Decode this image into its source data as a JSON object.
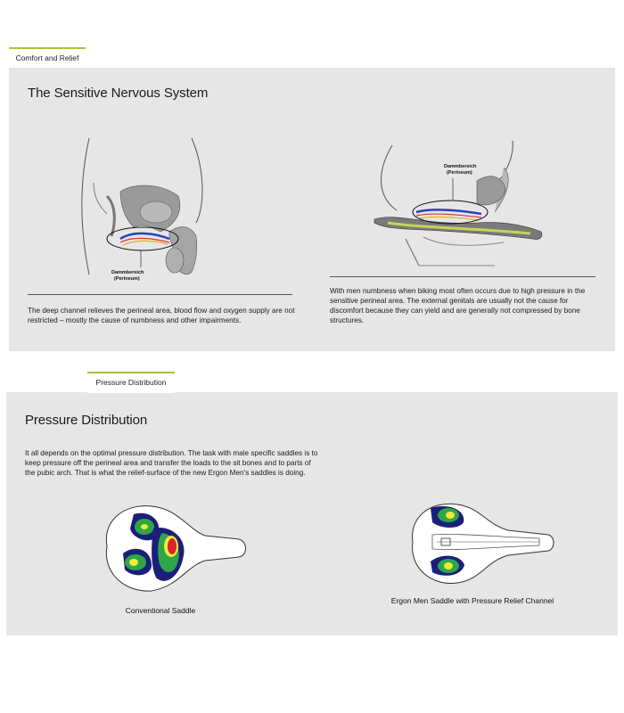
{
  "section1": {
    "tab_label": "Comfort and Relief",
    "title": "The Sensitive Nervous System",
    "left_diagram": {
      "label_line1": "Dammbereich",
      "label_line2": "(Perineum)",
      "text": "The deep channel relieves the perineal area, blood flow and oxygen supply are not restricted – mostly the cause of numbness and other impairments."
    },
    "right_diagram": {
      "label_line1": "Dammbereich",
      "label_line2": "(Perineum)",
      "text": "With men numbness when biking most often occurs due to high pressure in the sensitive perineal area. The external genitals are usually not the cause for discomfort because they can yield and are generally not compressed by bone structures."
    }
  },
  "section2": {
    "tab_label": "Pressure Distribution",
    "title": "Pressure Distribution",
    "intro": "It all depends on the optimal pressure distribution. The task with male specific saddles is to keep pressure off the perineal area and transfer the loads to the sit bones and to parts of the pubic arch. That is what the relief-surface of the new Ergon Men's saddles is doing.",
    "left_caption": "Conventional Saddle",
    "right_caption": "Ergon Men Saddle with Pressure Relief Channel"
  },
  "colors": {
    "accent": "#a9c23f",
    "panel": "#e6e6e6",
    "heat_blue": "#1b1f7a",
    "heat_green": "#2fa64a",
    "heat_yellow": "#f2e73a",
    "heat_red": "#d8262b"
  }
}
